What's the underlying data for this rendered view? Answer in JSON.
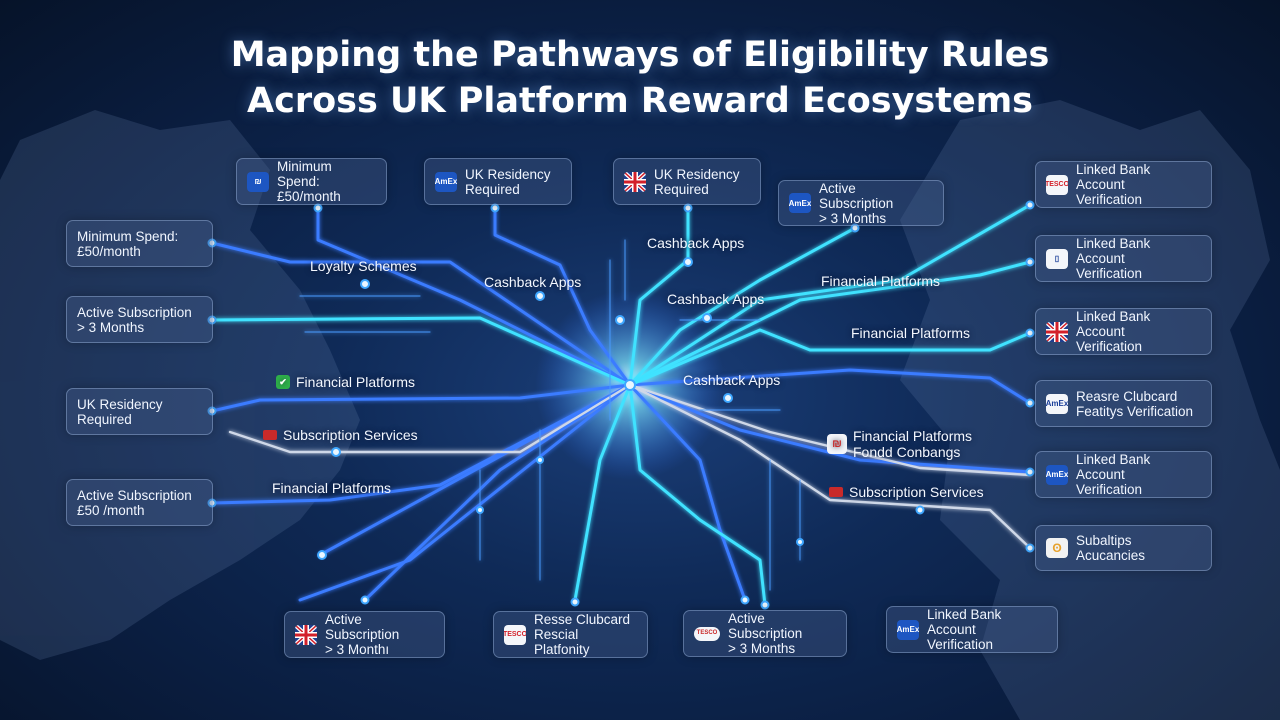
{
  "title": {
    "line1": "Mapping the Pathways of Eligibility Rules",
    "line2": "Across UK Platform Reward Ecosystems"
  },
  "colors": {
    "line_blue": "#3b7bff",
    "line_cyan": "#3fe2ff",
    "line_white": "#cfd8e8",
    "hub_glow": "#9fe8ff"
  },
  "top_cards": [
    {
      "icon": "bank-logo-icon",
      "line1": "Minimum Spend:",
      "line2": "£50/month"
    },
    {
      "icon": "amex-logo-icon",
      "line1": "UK Residency",
      "line2": "Required"
    },
    {
      "icon": "uk-flag-icon",
      "line1": "UK Residency",
      "line2": "Required"
    },
    {
      "icon": "amex-logo-icon",
      "line1": "Active Subscription",
      "line2": "> 3 Months"
    }
  ],
  "left_cards": [
    {
      "line1": "Minimum Spend:",
      "line2": "£50/month"
    },
    {
      "line1": "Active Subscription",
      "line2": "> 3 Months"
    },
    {
      "line1": "UK Residency",
      "line2": "Required"
    },
    {
      "line1": "Active Subscription",
      "line2": "£50 /month"
    }
  ],
  "right_cards": [
    {
      "icon": "tesco-logo-icon",
      "line1": "Linked Bank Account",
      "line2": "Verification"
    },
    {
      "icon": "phone-app-icon",
      "line1": "Linked Bank Account",
      "line2": "Verification"
    },
    {
      "icon": "uk-flag-icon",
      "line1": "Linked Bank Account",
      "line2": "Verification"
    },
    {
      "icon": "amex-logo-icon",
      "line1": "Reasre Clubcard",
      "line2": "Featitys Verification"
    },
    {
      "icon": "amex-logo-icon",
      "line1": "Linked Bank Account",
      "line2": "Verification"
    },
    {
      "icon": "gold-coin-icon",
      "line1": "Subaltips Acucancies",
      "line2": ""
    }
  ],
  "bottom_cards": [
    {
      "icon": "uk-flag-icon",
      "line1": "Active Subscription",
      "line2": "> 3 Monthı"
    },
    {
      "icon": "tesco-logo-icon",
      "line1": "Resse Clubcard",
      "line2": "Rescial Platfonity"
    },
    {
      "icon": "oval-brand-icon",
      "line1": "Active Subscription",
      "line2": "> 3 Months"
    },
    {
      "icon": "amex-logo-icon",
      "line1": "Linked Bank Account",
      "line2": "Verification"
    }
  ],
  "labels": {
    "loyalty_schemes": "Loyalty Schemes",
    "cashback_apps_1": "Cashback Apps",
    "cashback_apps_2": "Cashback Apps",
    "cashback_apps_3": "Cashback Apps",
    "cashback_apps_4": "Cashback Apps",
    "financial_platforms_left": "Financial Platforms",
    "subscription_services_left": "Subscription Services",
    "financial_platforms_bottom_left": "Financial Platforms",
    "financial_platforms_right_1": "Financial Platforms",
    "financial_platforms_right_2": "Financial Platforms",
    "financial_platforms_right_3_line1": "Financial Platforms",
    "financial_platforms_right_3_line2": "Fondd Conbangs",
    "subscription_services_right": "Subscription Services"
  },
  "icon_text": {
    "amex": "AmEx",
    "tesco": "TESCO",
    "bank": "₪",
    "coin": "ʘ",
    "check": "✔",
    "app": "▯"
  }
}
